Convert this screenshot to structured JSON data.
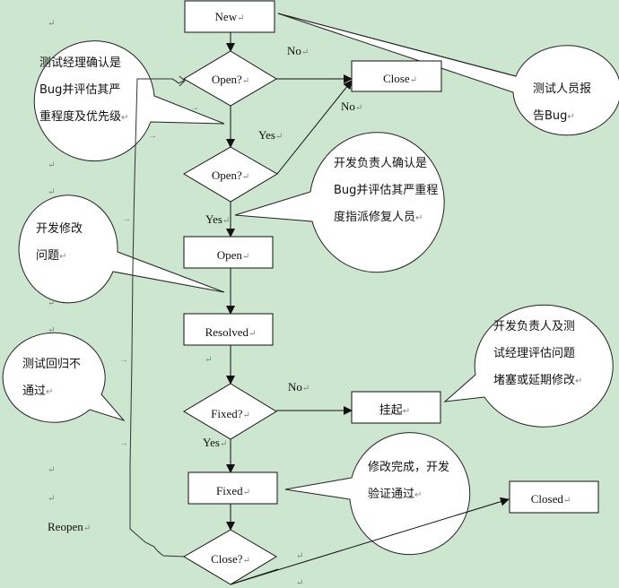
{
  "nodes": {
    "new": "New",
    "open_q1": "Open?",
    "close": "Close",
    "open_q2": "Open?",
    "open": "Open",
    "resolved": "Resolved",
    "fixed_q": "Fixed?",
    "suspend": "挂起",
    "fixed": "Fixed",
    "close_q": "Close?",
    "closed": "Closed"
  },
  "edge_labels": {
    "no1": "No",
    "no2": "No",
    "yes1": "Yes",
    "yes2": "Yes",
    "no3": "No",
    "yes3": "Yes",
    "reopen": "Reopen"
  },
  "callouts": {
    "tester_report": [
      "测试人员报",
      "告Bug"
    ],
    "test_manager": [
      "测试经理确认是",
      "Bug并评估其严",
      "重程度及优先级"
    ],
    "dev_lead": [
      "开发负责人确认是",
      "Bug并评估其严重程",
      "度指派修复人员"
    ],
    "dev_fix": [
      "开发修改",
      "问题"
    ],
    "regression_fail": [
      "测试回归不",
      "通过"
    ],
    "suspend_eval": [
      "开发负责人及测",
      "试经理评估问题",
      "堵塞或延期修改"
    ],
    "fix_done": [
      "修改完成，开发",
      "验证通过"
    ]
  },
  "colors": {
    "background": "#cce6cf",
    "shape_fill": "#ffffff",
    "stroke": "#111111"
  }
}
